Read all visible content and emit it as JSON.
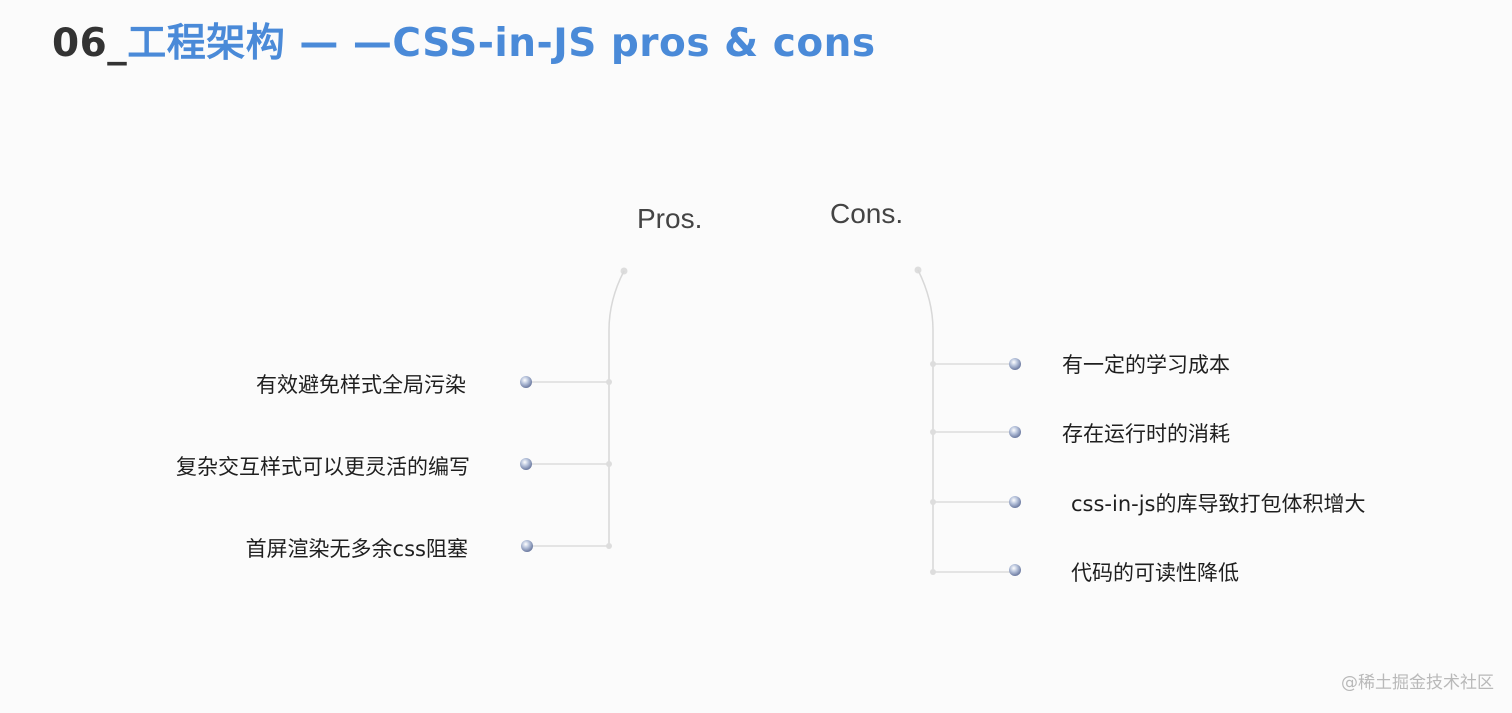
{
  "title": {
    "number": "06_",
    "text": "工程架构 — —CSS-in-JS pros & cons"
  },
  "pros": {
    "heading": "Pros.",
    "items": [
      "有效避免样式全局污染",
      "复杂交互样式可以更灵活的编写",
      "首屏渲染无多余css阻塞"
    ]
  },
  "cons": {
    "heading": "Cons.",
    "items": [
      "有一定的学习成本",
      "存在运行时的消耗",
      "css-in-js的库导致打包体积增大",
      "代码的可读性降低"
    ]
  },
  "watermark": "@稀土掘金技术社区",
  "colors": {
    "title_accent": "#4a8ad8",
    "title_number": "#333333",
    "branch_line": "#d8d8d8",
    "heading_bar": "#6b7fb0"
  }
}
